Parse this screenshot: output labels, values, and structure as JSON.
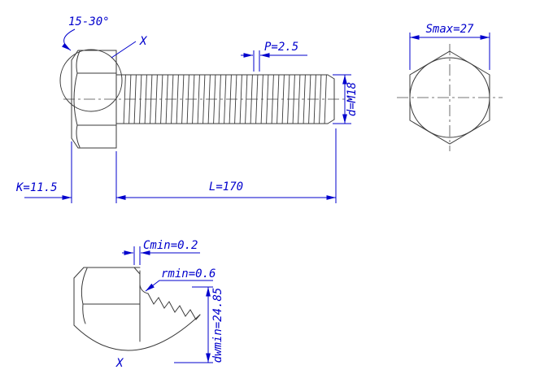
{
  "colors": {
    "geometry_line": "#3a3a3a",
    "dimension": "#0000cd",
    "background": "#ffffff"
  },
  "side_view": {
    "chamfer_angle": "15-30°",
    "detail_callout": "X",
    "pitch": "P=2.5",
    "thread_diameter": "d=M18",
    "head_height": "K=11.5",
    "length": "L=170"
  },
  "end_view": {
    "width_across_flats": "Smax=27"
  },
  "detail_view": {
    "chamfer_min": "Cmin=0.2",
    "fillet_min": "rmin=0.6",
    "washer_face_diameter": "dwmin=24.85",
    "label": "X"
  }
}
